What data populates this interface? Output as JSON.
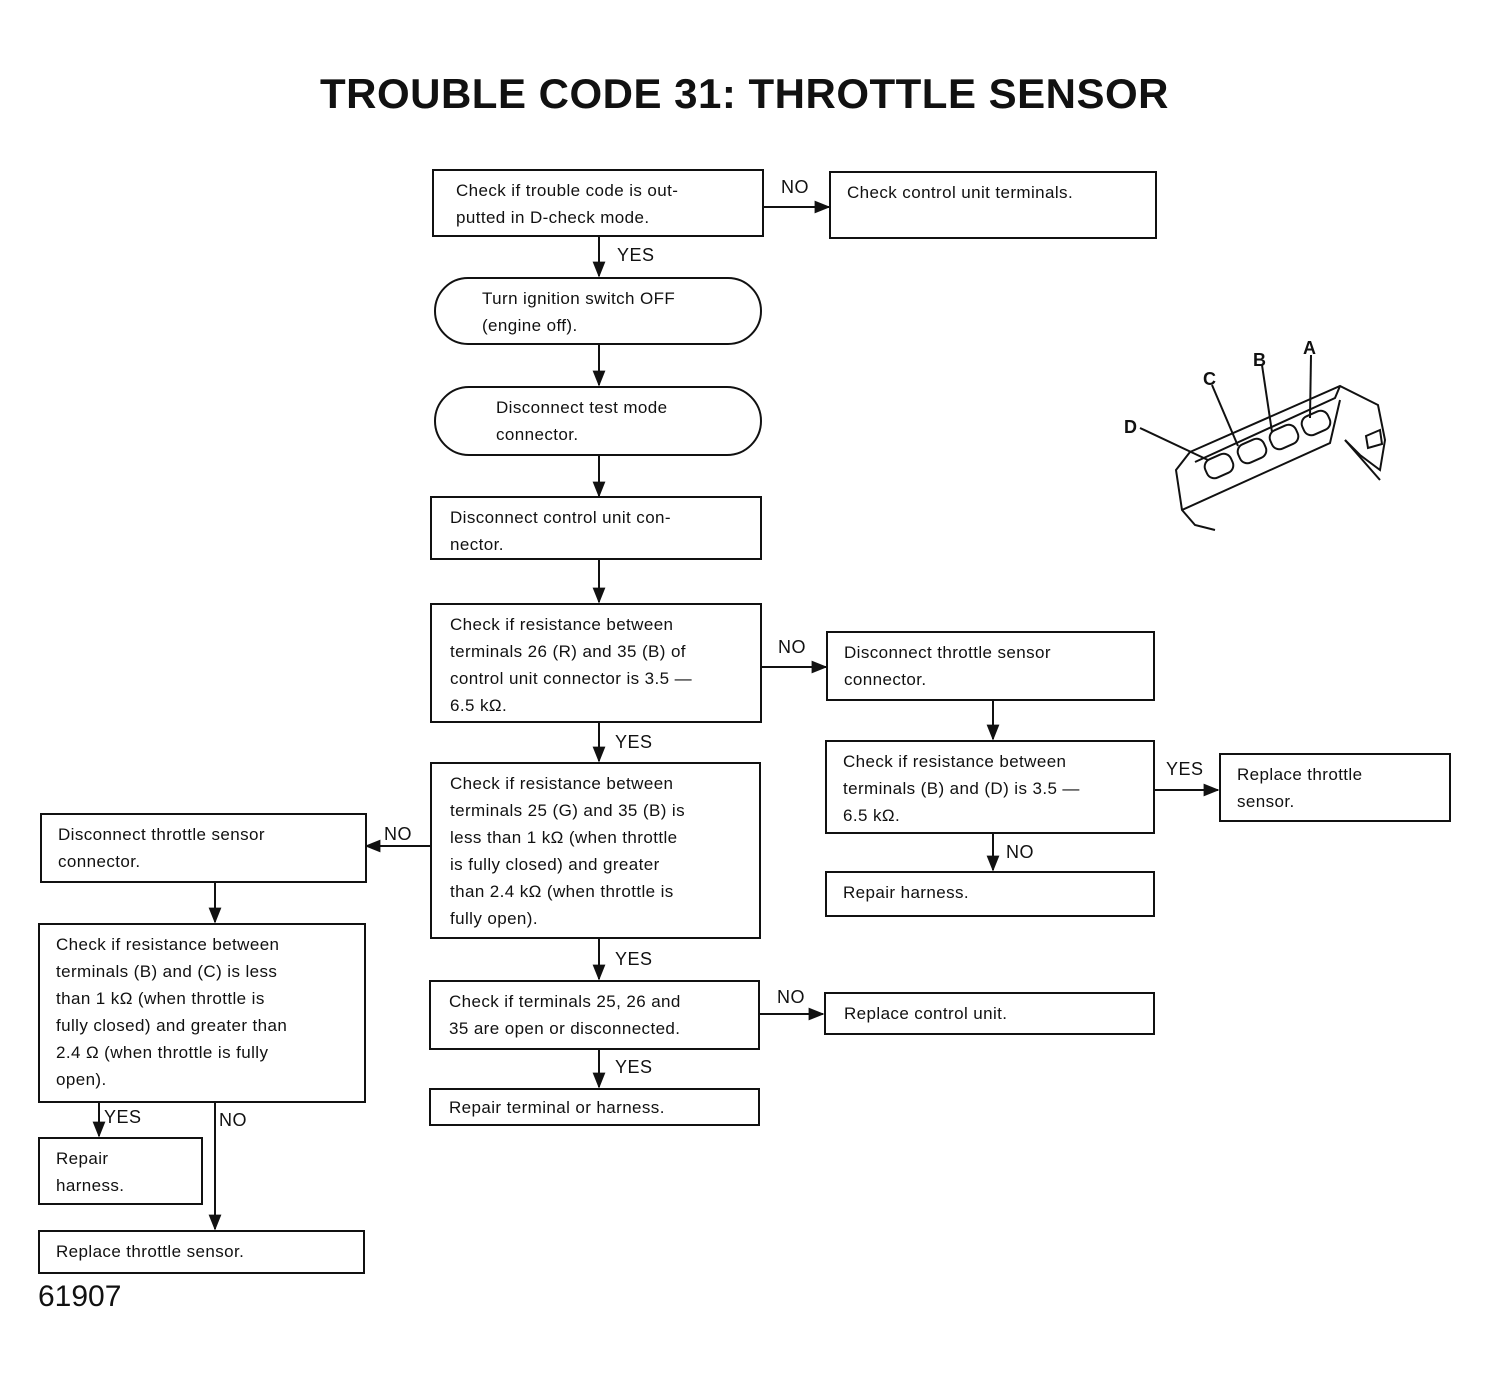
{
  "title": "TROUBLE CODE 31: THROTTLE SENSOR",
  "figure_number": "61907",
  "labels": {
    "yes": "YES",
    "no": "NO"
  },
  "connector_terminals": {
    "a": "A",
    "b": "B",
    "c": "C",
    "d": "D"
  },
  "steps": {
    "check_output": "Check if trouble code is out-\nputted in D-check mode.",
    "check_terminals": "Check control unit terminals.",
    "ignition_off": "Turn ignition switch OFF\n(engine off).",
    "disconnect_test_mode": "Disconnect test mode\nconnector.",
    "disconnect_cu": "Disconnect control unit con-\nnector.",
    "check_26_35": "Check if resistance between\nterminals 26 (R) and 35 (B) of\ncontrol unit connector is 3.5 —\n6.5 kΩ.",
    "disconnect_ts_right": "Disconnect throttle sensor\nconnector.",
    "check_b_d": "Check if resistance between\nterminals (B) and (D) is 3.5 —\n6.5 kΩ.",
    "replace_ts_right": "Replace throttle\nsensor.",
    "repair_harness_right": "Repair harness.",
    "check_25_35": "Check if resistance between\nterminals 25 (G) and 35 (B) is\nless than 1 kΩ (when throttle\nis fully closed) and greater\nthan 2.4 kΩ (when throttle is\nfully open).",
    "disconnect_ts_left": "Disconnect throttle sensor\nconnector.",
    "check_b_c": "Check if resistance between\nterminals (B) and (C) is less\nthan 1 kΩ (when throttle is\nfully closed) and greater than\n2.4 Ω (when throttle is fully\nopen).",
    "repair_harness_left": "Repair\nharness.",
    "replace_ts_left": "Replace throttle sensor.",
    "check_open": "Check if terminals 25, 26 and\n35 are open or disconnected.",
    "replace_cu": "Replace control unit.",
    "repair_terminal": "Repair terminal or harness."
  }
}
